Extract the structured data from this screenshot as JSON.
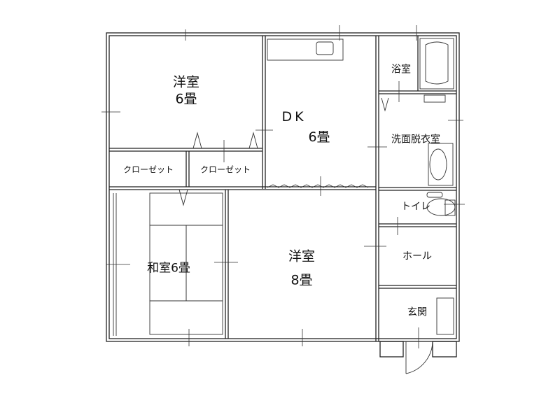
{
  "rooms": {
    "western_room_1": {
      "name": "洋室",
      "size": "6畳"
    },
    "dining_kitchen": {
      "name": "DK",
      "size": "6畳"
    },
    "bathroom": {
      "name": "浴室"
    },
    "washroom": {
      "name": "洗面脱衣室"
    },
    "closet_1": {
      "name": "クローゼット"
    },
    "closet_2": {
      "name": "クローゼット"
    },
    "toilet": {
      "name": "トイレ"
    },
    "hall": {
      "name": "ホール"
    },
    "japanese_room": {
      "name": "和室6畳"
    },
    "western_room_2": {
      "name": "洋室",
      "size": "8畳"
    },
    "entrance": {
      "name": "玄関"
    }
  }
}
